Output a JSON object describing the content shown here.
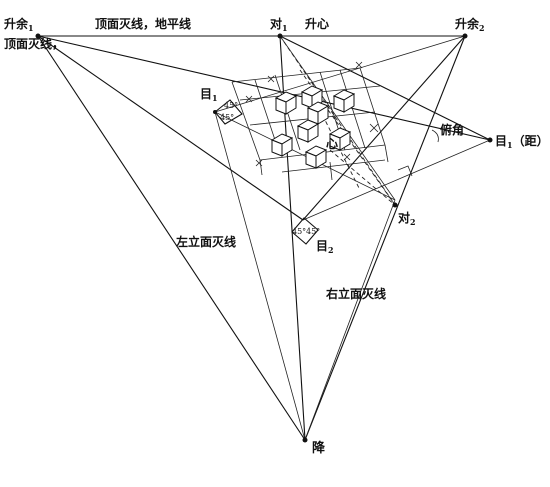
{
  "labels": {
    "shengyu1": "升余",
    "shengyu1_sub": "1",
    "shengyu2": "升余",
    "shengyu2_sub": "2",
    "top_horizon": "顶面灭线，地平线",
    "top_vanish": "顶面灭线，",
    "dui1": "对",
    "dui1_sub": "1",
    "shengxin": "升心",
    "mu1": "目",
    "mu1_sub": "1",
    "mu1_right": "目",
    "mu1_right_sub": "1",
    "ju": "（距）",
    "fujiao": "俯角",
    "xin": "心",
    "dui2": "对",
    "dui2_sub": "2",
    "mu2": "目",
    "mu2_sub": "2",
    "left_line": "左立面灭线",
    "right_line": "右立面灭线",
    "jiang": "降",
    "deg45a": "45°",
    "deg45b": "45°",
    "deg45c": "45°",
    "deg45d": "45°"
  }
}
